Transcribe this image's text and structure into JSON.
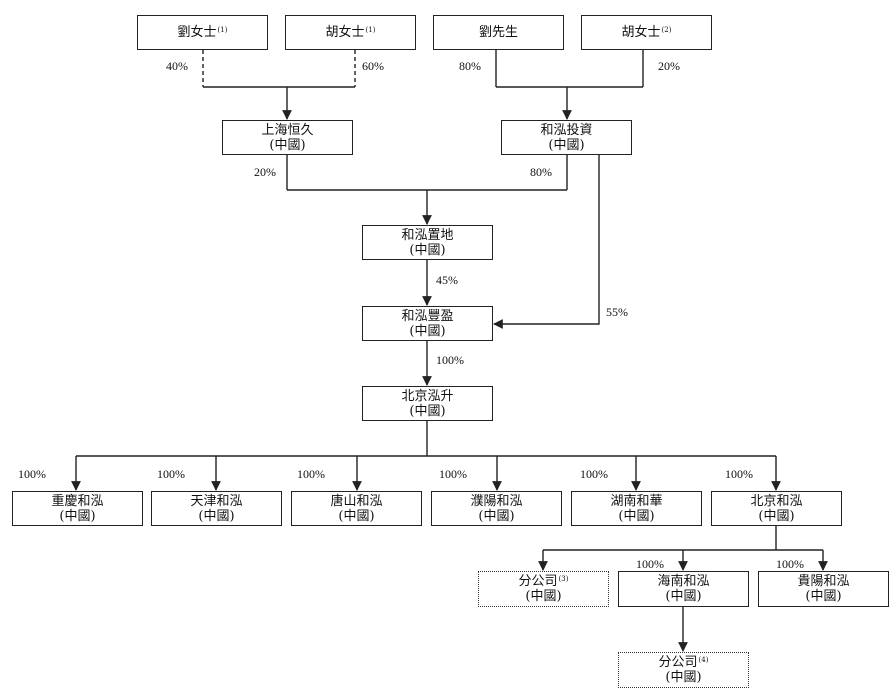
{
  "entities": {
    "liu_ms": {
      "name": "劉女士",
      "note": "(1)"
    },
    "hu_ms_1": {
      "name": "胡女士",
      "note": "(1)"
    },
    "liu_mr": {
      "name": "劉先生"
    },
    "hu_ms_2": {
      "name": "胡女士",
      "note": "(2)"
    },
    "shanghai_hengjiu": {
      "name": "上海恒久",
      "sub": "(中國)"
    },
    "hehong_touzi": {
      "name": "和泓投資",
      "sub": "(中國)"
    },
    "hehong_zhidi": {
      "name": "和泓置地",
      "sub": "(中國)"
    },
    "hehong_fengying": {
      "name": "和泓豐盈",
      "sub": "(中國)"
    },
    "beijing_hongsheng": {
      "name": "北京泓升",
      "sub": "(中國)"
    },
    "chongqing_hehong": {
      "name": "重慶和泓",
      "sub": "(中國)"
    },
    "tianjin_hehong": {
      "name": "天津和泓",
      "sub": "(中國)"
    },
    "tangshan_hehong": {
      "name": "唐山和泓",
      "sub": "(中國)"
    },
    "puyang_hehong": {
      "name": "濮陽和泓",
      "sub": "(中國)"
    },
    "hunan_hehua": {
      "name": "湖南和華",
      "sub": "(中國)"
    },
    "beijing_hehong": {
      "name": "北京和泓",
      "sub": "(中國)"
    },
    "branch_1": {
      "name": "分公司",
      "note": "(3)",
      "sub": "(中國)"
    },
    "hainan_hehong": {
      "name": "海南和泓",
      "sub": "(中國)"
    },
    "guiyang_hehong": {
      "name": "貴陽和泓",
      "sub": "(中國)"
    },
    "branch_2": {
      "name": "分公司",
      "note": "(4)",
      "sub": "(中國)"
    }
  },
  "percentages": {
    "liu_ms_to_hengjiu": "40%",
    "hu_ms_to_hengjiu": "60%",
    "liu_mr_to_touzi": "80%",
    "hu_ms_to_touzi": "20%",
    "hengjiu_to_zhidi": "20%",
    "touzi_to_zhidi": "80%",
    "zhidi_to_fengying": "45%",
    "touzi_to_fengying": "55%",
    "fengying_to_hongsheng": "100%",
    "hongsheng_to_chongqing": "100%",
    "hongsheng_to_tianjin": "100%",
    "hongsheng_to_tangshan": "100%",
    "hongsheng_to_puyang": "100%",
    "hongsheng_to_hunan": "100%",
    "hongsheng_to_beijing_hehong": "100%",
    "beijing_hehong_to_hainan": "100%",
    "beijing_hehong_to_guiyang": "100%"
  },
  "colors": {
    "line": "#222222",
    "box_border": "#222222"
  }
}
